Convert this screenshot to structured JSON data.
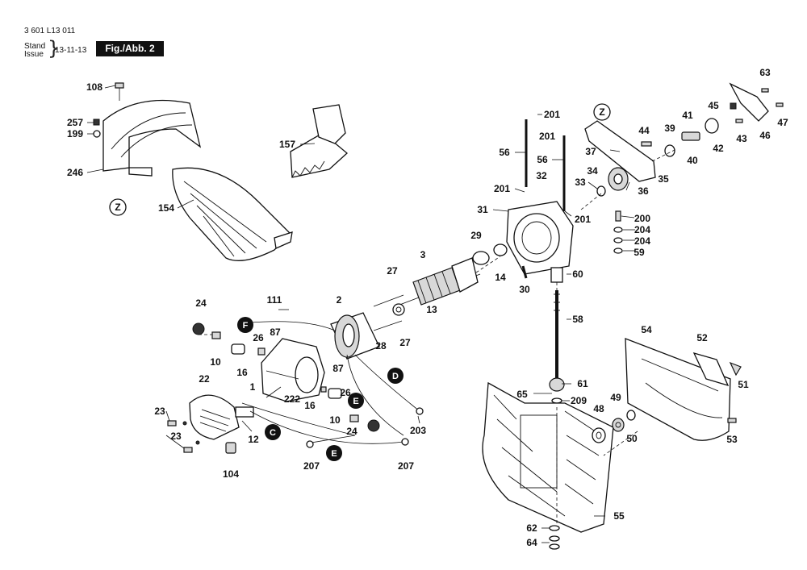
{
  "header": {
    "document_number": "3 601 L13 011",
    "stand_label": "Stand",
    "issue_label": "Issue",
    "brace": "}",
    "date": "13-11-13",
    "figure_label": "Fig./Abb. 2"
  },
  "ref_markers": {
    "z": "Z"
  },
  "connectors": {
    "C": "C",
    "D": "D",
    "E": "E",
    "F": "F"
  },
  "parts": {
    "p108": "108",
    "p257": "257",
    "p199": "199",
    "p246": "246",
    "p154": "154",
    "p157": "157",
    "p201a": "201",
    "p201b": "201",
    "p201c": "201",
    "p201d": "201",
    "p56a": "56",
    "p56b": "56",
    "p32": "32",
    "p31": "31",
    "p37": "37",
    "p44": "44",
    "p39": "39",
    "p41": "41",
    "p45": "45",
    "p63": "63",
    "p46": "46",
    "p47": "47",
    "p43": "43",
    "p42": "42",
    "p40": "40",
    "p35": "35",
    "p34": "34",
    "p33": "33",
    "p36": "36",
    "p200": "200",
    "p204a": "204",
    "p204b": "204",
    "p59": "59",
    "p29": "29",
    "p14": "14",
    "p30": "30",
    "p60": "60",
    "p3": "3",
    "p27a": "27",
    "p27b": "27",
    "p13": "13",
    "p2": "2",
    "p28": "28",
    "p111": "111",
    "p87a": "87",
    "p87b": "87",
    "p26a": "26",
    "p26b": "26",
    "p24a": "24",
    "p24b": "24",
    "p10a": "10",
    "p10b": "10",
    "p16a": "16",
    "p16b": "16",
    "p1": "1",
    "p222": "222",
    "p22": "22",
    "p23a": "23",
    "p23b": "23",
    "p12": "12",
    "p104": "104",
    "p207a": "207",
    "p207b": "207",
    "p203": "203",
    "p58": "58",
    "p54": "54",
    "p52": "52",
    "p51": "51",
    "p61": "61",
    "p65": "65",
    "p209": "209",
    "p48": "48",
    "p49": "49",
    "p50": "50",
    "p53": "53",
    "p55": "55",
    "p62": "62",
    "p64": "64"
  }
}
